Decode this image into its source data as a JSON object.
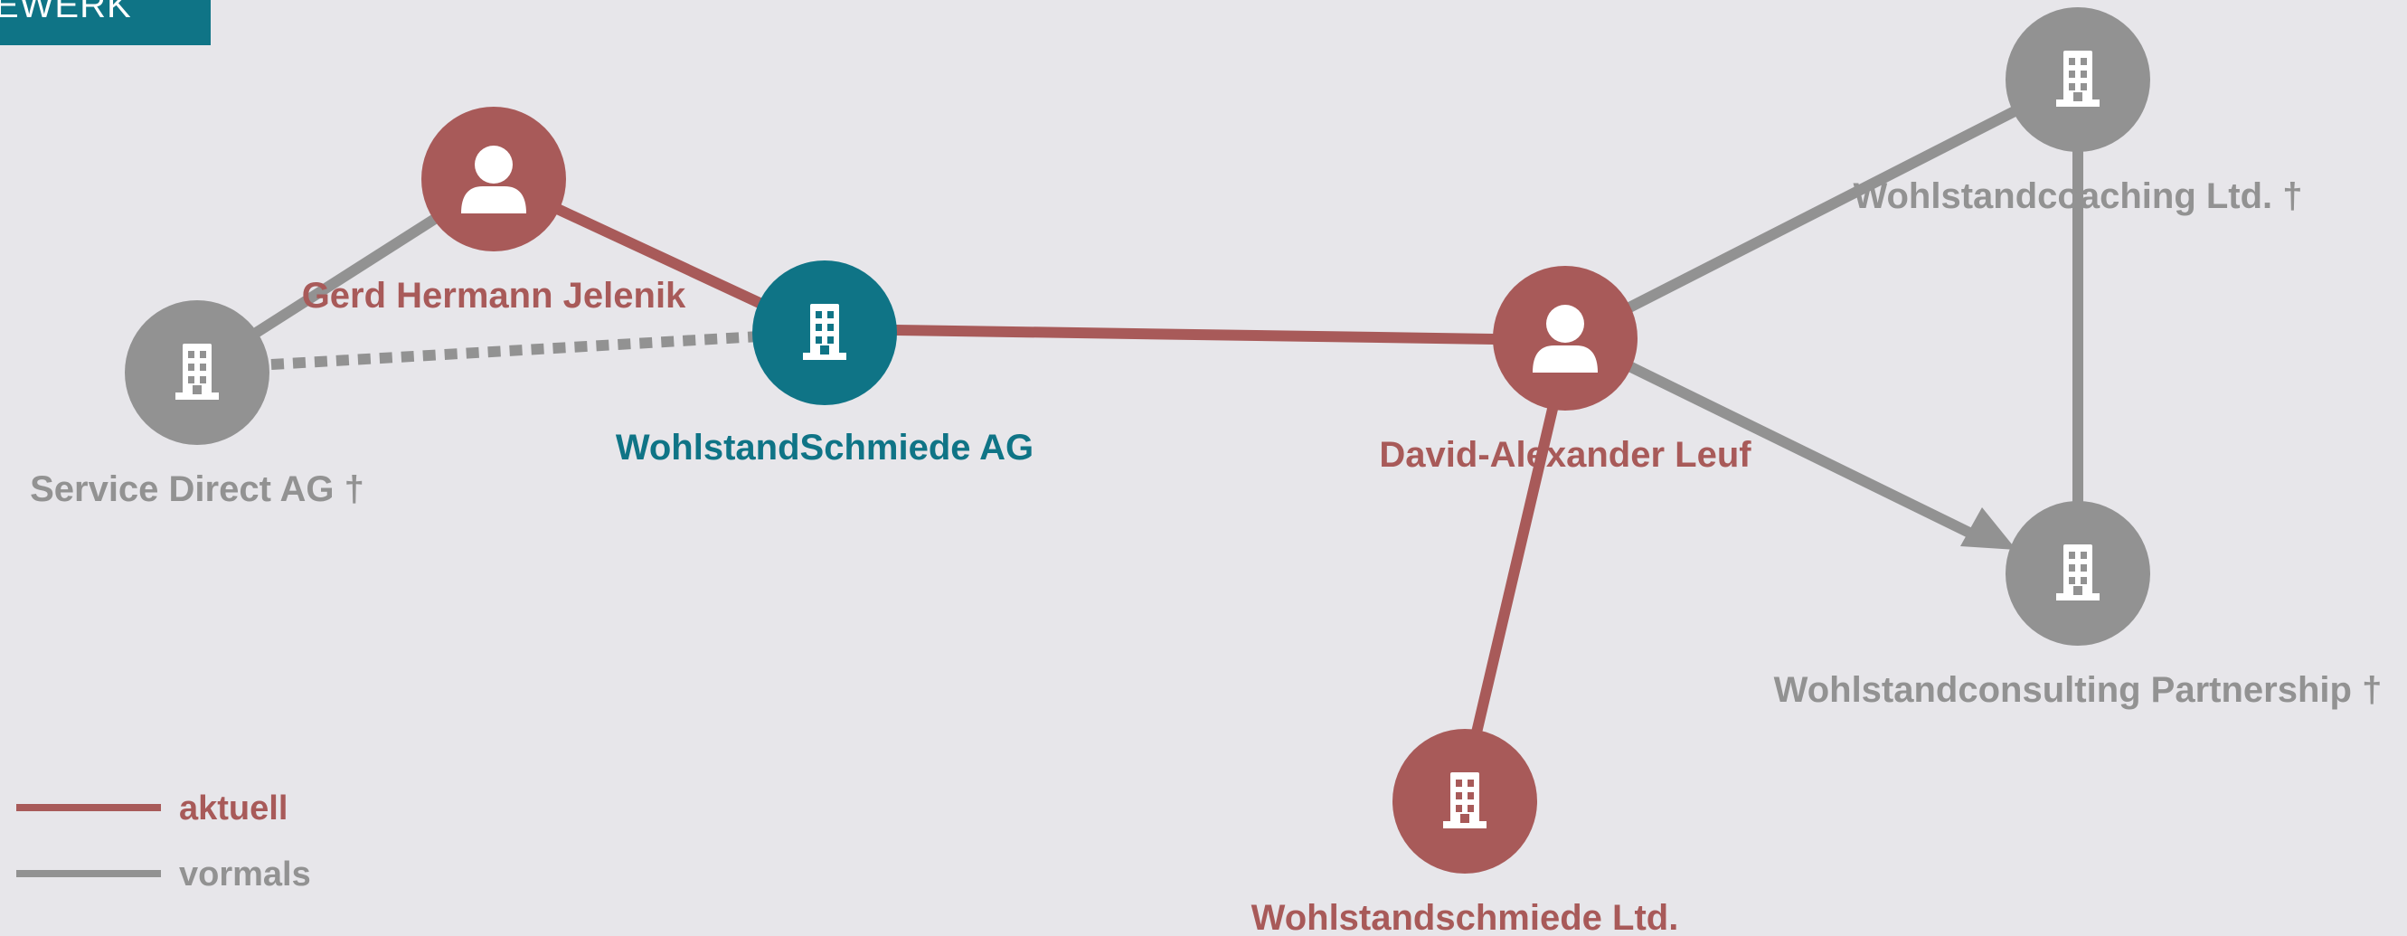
{
  "tab": {
    "label": "EWERK"
  },
  "colors": {
    "current": "#a85a59",
    "former": "#929292",
    "focus": "#0f7486"
  },
  "nodes": {
    "jelenik": {
      "label": "Gerd Hermann Jelenik",
      "kind": "person",
      "status": "current"
    },
    "service_direct": {
      "label": "Service Direct AG †",
      "kind": "company",
      "status": "former"
    },
    "wohlstandschmiede_ag": {
      "label": "WohlstandSchmiede AG",
      "kind": "company",
      "status": "focus"
    },
    "leuf": {
      "label": "David-Alexander Leuf",
      "kind": "person",
      "status": "current"
    },
    "wohlstandcoaching": {
      "label": "Wohlstandcoaching Ltd. †",
      "kind": "company",
      "status": "former"
    },
    "wohlstandconsulting": {
      "label": "Wohlstandconsulting Partnership †",
      "kind": "company",
      "status": "former"
    },
    "wohlstandschmiede_ltd": {
      "label": "Wohlstandschmiede Ltd.",
      "kind": "company",
      "status": "current"
    }
  },
  "edges": [
    {
      "from": "jelenik",
      "to": "service_direct",
      "status": "former",
      "style": "solid"
    },
    {
      "from": "jelenik",
      "to": "wohlstandschmiede_ag",
      "status": "current",
      "style": "solid"
    },
    {
      "from": "service_direct",
      "to": "wohlstandschmiede_ag",
      "status": "former",
      "style": "dotted"
    },
    {
      "from": "wohlstandschmiede_ag",
      "to": "leuf",
      "status": "current",
      "style": "solid"
    },
    {
      "from": "leuf",
      "to": "wohlstandcoaching",
      "status": "former",
      "style": "solid"
    },
    {
      "from": "leuf",
      "to": "wohlstandconsulting",
      "status": "former",
      "style": "arrow"
    },
    {
      "from": "wohlstandcoaching",
      "to": "wohlstandconsulting",
      "status": "former",
      "style": "solid"
    },
    {
      "from": "leuf",
      "to": "wohlstandschmiede_ltd",
      "status": "current",
      "style": "solid"
    }
  ],
  "legend": {
    "current": "aktuell",
    "former": "vormals"
  }
}
